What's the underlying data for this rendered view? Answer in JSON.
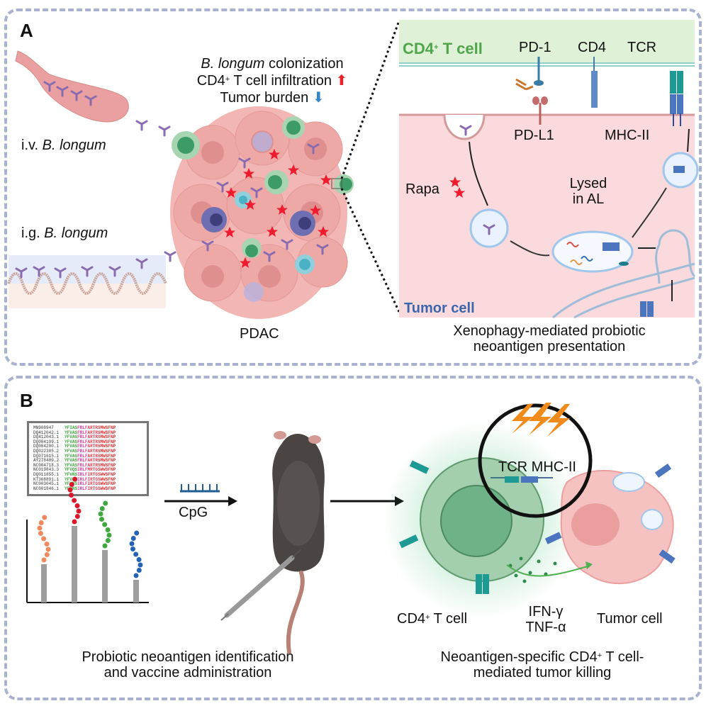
{
  "panel_a": {
    "label": "A",
    "iv_route": {
      "prefix": "i.v. ",
      "organism": "B. longum"
    },
    "ig_route": {
      "prefix": "i.g. ",
      "organism": "B. longum"
    },
    "effects": [
      {
        "italic": "B. longum",
        "text": " colonization",
        "arrow": ""
      },
      {
        "text": "CD4",
        "sup": "+",
        "text2": " T cell infiltration",
        "arrow": "up",
        "arrow_color": "#e8212a"
      },
      {
        "text": "Tumor burden",
        "arrow": "down",
        "arrow_color": "#2f86c8"
      }
    ],
    "tumor_label": "PDAC",
    "inset": {
      "t_cell_label": "CD4",
      "t_cell_label_sup": "+",
      "t_cell_label_rest": " T cell",
      "t_cell_color": "#4fa64a",
      "receptors": [
        "PD-1",
        "CD4",
        "TCR"
      ],
      "pd_l1_label": "PD-L1",
      "mhc_label": "MHC-II",
      "rapa_label": "Rapa",
      "lysed_label": [
        "Lysed",
        "in AL"
      ],
      "tumor_cell_label": "Tumor cell",
      "tumor_cell_color": "#3b66ad"
    },
    "caption": [
      "Xenophagy-mediated probiotic",
      "neoantigen presentation"
    ]
  },
  "panel_b": {
    "label": "B",
    "alignment": {
      "ids": [
        "MN908947",
        "DQ412042.1",
        "DQ412043.1",
        "DQ084199.1",
        "DQ084200.1",
        "DQ022305.2",
        "DQ071615.1",
        "AY278489.2",
        "NC004718.3",
        "NC019843.3",
        "DQ011855.1",
        "KT368891.1",
        "NC003045.1",
        "NC001846.1"
      ],
      "sequences": [
        "YFIASFRLFARTRSMWSFNP",
        "YFVASFRLFARTRSMWSFNP",
        "YFVASFRLFARTRSMWSFNP",
        "YFVASFRLFARTRSMWSFNP",
        "YFVASFRLFARTRSMWSFNP",
        "YFVASFRLFARTRSMWSFNP",
        "YFVASFRLFARTRSMWSFNP",
        "YFVASFRLFARTRSMWSFNP",
        "YFVASFRLFARTRSMWSFNP",
        "YFVQSIRLFMRTGSWWSFNP",
        "YFVNSIRLFIRTGSWWSFNP",
        "YFVNSIRLFIRTGSWWSFNP",
        "YFVNSIRLFIRTGSWWSFNP",
        "YFVNSIRLFIRTGSWWSFNP"
      ]
    },
    "peptide_bars": [
      {
        "color": "#f08a5d",
        "relative_height": 0.27
      },
      {
        "color": "#d7192b",
        "relative_height": 0.54
      },
      {
        "color": "#3fa83f",
        "relative_height": 0.37
      },
      {
        "color": "#2463b8",
        "relative_height": 0.16
      }
    ],
    "adjuvant_label": "CpG",
    "adjuvant_color": "#1f5d94",
    "zoom_labels": [
      "TCR",
      "MHC-II"
    ],
    "t_cell_label": "CD4",
    "t_cell_label_sup": "+",
    "t_cell_label_rest": " T cell",
    "cytokines": [
      "IFN-γ",
      "TNF-α"
    ],
    "tumor_cell_label": "Tumor cell",
    "caption_left": [
      "Probiotic neoantigen identification",
      "and vaccine administration"
    ],
    "caption_right_line1": "Neoantigen-specific CD4",
    "caption_right_sup": "+",
    "caption_right_line1_rest": " T cell-",
    "caption_right_line2": "mediated tumor killing"
  }
}
